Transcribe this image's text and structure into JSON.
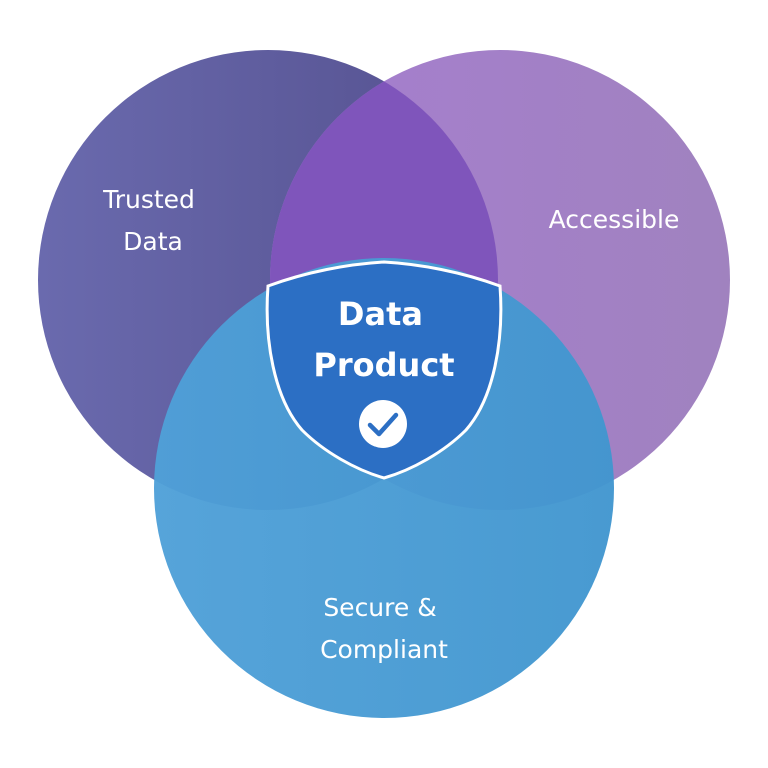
{
  "diagram": {
    "circles": [
      {
        "id": "trusted",
        "label_lines": [
          "Trusted",
          "Data"
        ],
        "gradient": [
          "#6a6aae",
          "#54508e"
        ]
      },
      {
        "id": "accessible",
        "label_lines": [
          "Accessible"
        ],
        "gradient": [
          "#a67ed0",
          "#a082bf"
        ]
      },
      {
        "id": "secure",
        "label_lines": [
          "Secure &",
          "Compliant"
        ],
        "gradient": [
          "#4fa0d8",
          "#4196cf"
        ]
      }
    ],
    "overlap_colors": {
      "trusted_accessible": "#7f55bb",
      "shield": "#2c6fc4"
    },
    "center": {
      "label_lines": [
        "Data",
        "Product"
      ],
      "icon": "check-circle-icon"
    }
  }
}
